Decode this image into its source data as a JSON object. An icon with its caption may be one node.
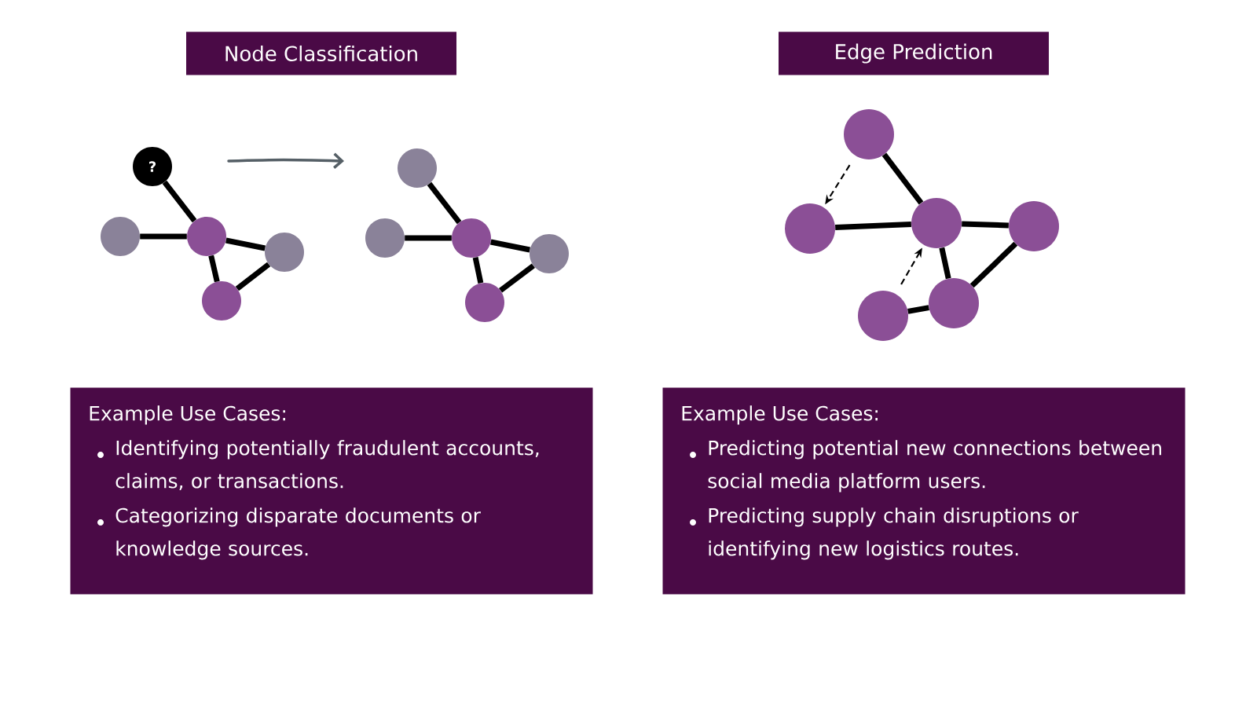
{
  "diagram": {
    "nodes": [
      {
        "text": [
          "Node Classification"
        ]
      },
      {
        "text": [
          "Edge Prediction"
        ]
      },
      {
        "text": [
          "?"
        ]
      },
      {
        "text": [],
        "shape": "circle"
      },
      {
        "text": [],
        "shape": "circle"
      },
      {
        "text": [],
        "shape": "circle"
      },
      {
        "text": [],
        "shape": "circle"
      },
      {
        "text": [],
        "shape": "circle"
      },
      {
        "text": [],
        "shape": "circle"
      },
      {
        "text": [],
        "shape": "circle"
      },
      {
        "text": [],
        "shape": "circle"
      },
      {
        "text": [],
        "shape": "circle"
      },
      {
        "text": [],
        "shape": "circle"
      },
      {
        "text": [],
        "shape": "circle"
      },
      {
        "text": [],
        "shape": "circle"
      },
      {
        "text": [],
        "shape": "circle"
      },
      {
        "text": [],
        "shape": "circle"
      },
      {
        "text": [],
        "shape": "circle"
      },
      {
        "text": [
          "Example Use Cases:",
          "Identifying potentially fraudulent accounts, claims, or transactions.",
          "Categorizing disparate documents or knowledge sources."
        ]
      },
      {
        "text": [
          "Example Use Cases:",
          "Predicting potential new connections between social media platform users.",
          "Predicting supply chain disruptions or identifying new logistics routes."
        ]
      }
    ],
    "edges": [
      {
        "from": 2,
        "to": 4,
        "arrow": "none"
      },
      {
        "from": 3,
        "to": 4,
        "arrow": "none"
      },
      {
        "from": 4,
        "to": 5,
        "arrow": "none"
      },
      {
        "from": 4,
        "to": 6,
        "arrow": "none"
      },
      {
        "from": 6,
        "to": 5,
        "arrow": "none"
      },
      {
        "from": 7,
        "to": 9,
        "arrow": "none"
      },
      {
        "from": 8,
        "to": 9,
        "arrow": "none"
      },
      {
        "from": 9,
        "to": 10,
        "arrow": "none"
      },
      {
        "from": 9,
        "to": 11,
        "arrow": "none"
      },
      {
        "from": 11,
        "to": 10,
        "arrow": "none"
      },
      {
        "from": 12,
        "to": 14,
        "arrow": "none"
      },
      {
        "from": 13,
        "to": 14,
        "arrow": "none"
      },
      {
        "from": 14,
        "to": 15,
        "arrow": "none"
      },
      {
        "from": 14,
        "to": 16,
        "arrow": "none"
      },
      {
        "from": 16,
        "to": 15,
        "arrow": "none"
      },
      {
        "from": 17,
        "to": 16,
        "arrow": "none"
      },
      {
        "from": 12,
        "to": 13,
        "arrow": "to",
        "style": "dashed"
      },
      {
        "from": 17,
        "to": 14,
        "arrow": "to",
        "style": "dashed"
      }
    ]
  }
}
